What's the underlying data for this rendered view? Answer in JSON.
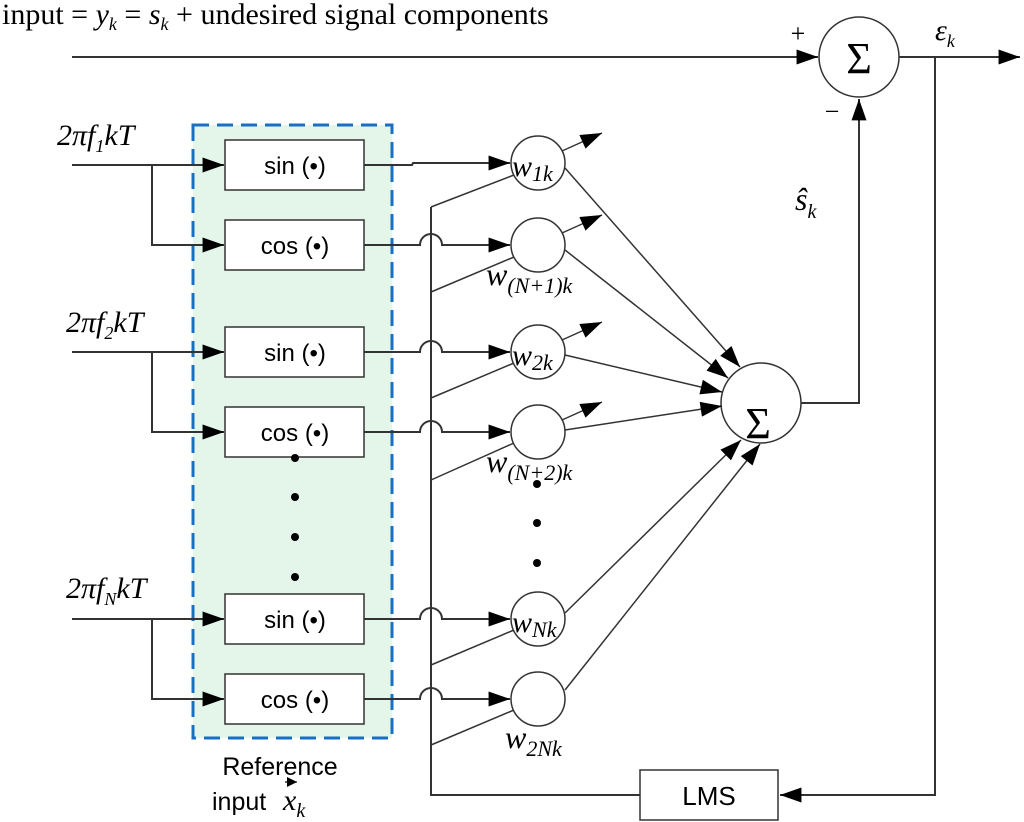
{
  "title": {
    "prefix": "input = ",
    "y": "y",
    "eq": " = ",
    "s": "s",
    "suffix": " + undesired signal components",
    "sub": "k"
  },
  "error_sum": {
    "symbol": "Σ",
    "plus": "+",
    "minus": "−",
    "output_label": "ε",
    "output_sub": "k"
  },
  "estimate": {
    "label": "ŝ",
    "sub": "k"
  },
  "main_sum": {
    "symbol": "Σ"
  },
  "frequency_inputs": [
    {
      "prefix": "2πf",
      "sub": "1",
      "suffix": "kT"
    },
    {
      "prefix": "2πf",
      "sub": "2",
      "suffix": "kT"
    },
    {
      "prefix": "2πf",
      "sub": "N",
      "suffix": "kT"
    }
  ],
  "function_blocks": [
    {
      "label": "sin (•)"
    },
    {
      "label": "cos (•)"
    },
    {
      "label": "sin (•)"
    },
    {
      "label": "cos (•)"
    },
    {
      "label": "sin (•)"
    },
    {
      "label": "cos (•)"
    }
  ],
  "weights": [
    {
      "w": "w",
      "sub": "1k"
    },
    {
      "w": "w",
      "sub": "(N+1)k"
    },
    {
      "w": "w",
      "sub": "2k"
    },
    {
      "w": "w",
      "sub": "(N+2)k"
    },
    {
      "w": "w",
      "sub": "Nk"
    },
    {
      "w": "w",
      "sub": "2Nk"
    }
  ],
  "reference": {
    "line1": "Reference",
    "line2": "input",
    "vector": "x",
    "vector_sub": "k"
  },
  "lms": {
    "label": "LMS"
  },
  "colors": {
    "line": "#333333",
    "dash_border": "#1a6fc4",
    "ref_fill": "#e4f5ea"
  }
}
